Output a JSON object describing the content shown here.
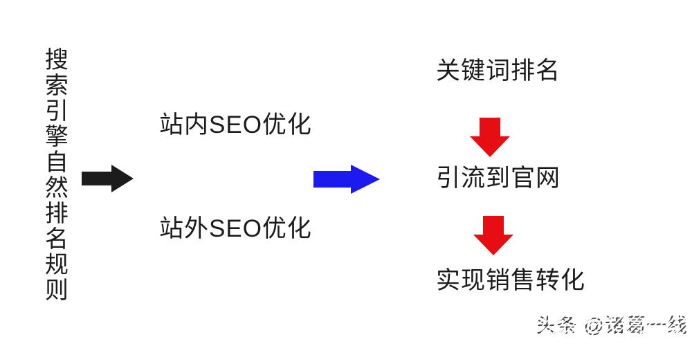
{
  "diagram": {
    "source": {
      "label": "搜索引擎自然排名规则"
    },
    "methods": {
      "onsite_label": "站内SEO优化",
      "offsite_label": "站外SEO优化"
    },
    "results_flow": {
      "step1": "关键词排名",
      "step2": "引流到官网",
      "step3": "实现销售转化"
    },
    "arrows": [
      {
        "name": "black-right-arrow",
        "direction": "right",
        "color_key": "arrow-black"
      },
      {
        "name": "blue-right-arrow",
        "direction": "right",
        "color_key": "arrow-blue"
      },
      {
        "name": "red-down-arrow-1",
        "direction": "down",
        "color_key": "arrow-red"
      },
      {
        "name": "red-down-arrow-2",
        "direction": "down",
        "color_key": "arrow-red"
      }
    ]
  },
  "watermark": {
    "text": "头条 @诸葛一线"
  },
  "colors": {
    "background": "#ffffff",
    "text": "#1c1c1c",
    "arrow-black": "#1c1c1c",
    "arrow-blue": "#1b1bef",
    "arrow-red": "#e60e13",
    "watermark": "#454545"
  }
}
